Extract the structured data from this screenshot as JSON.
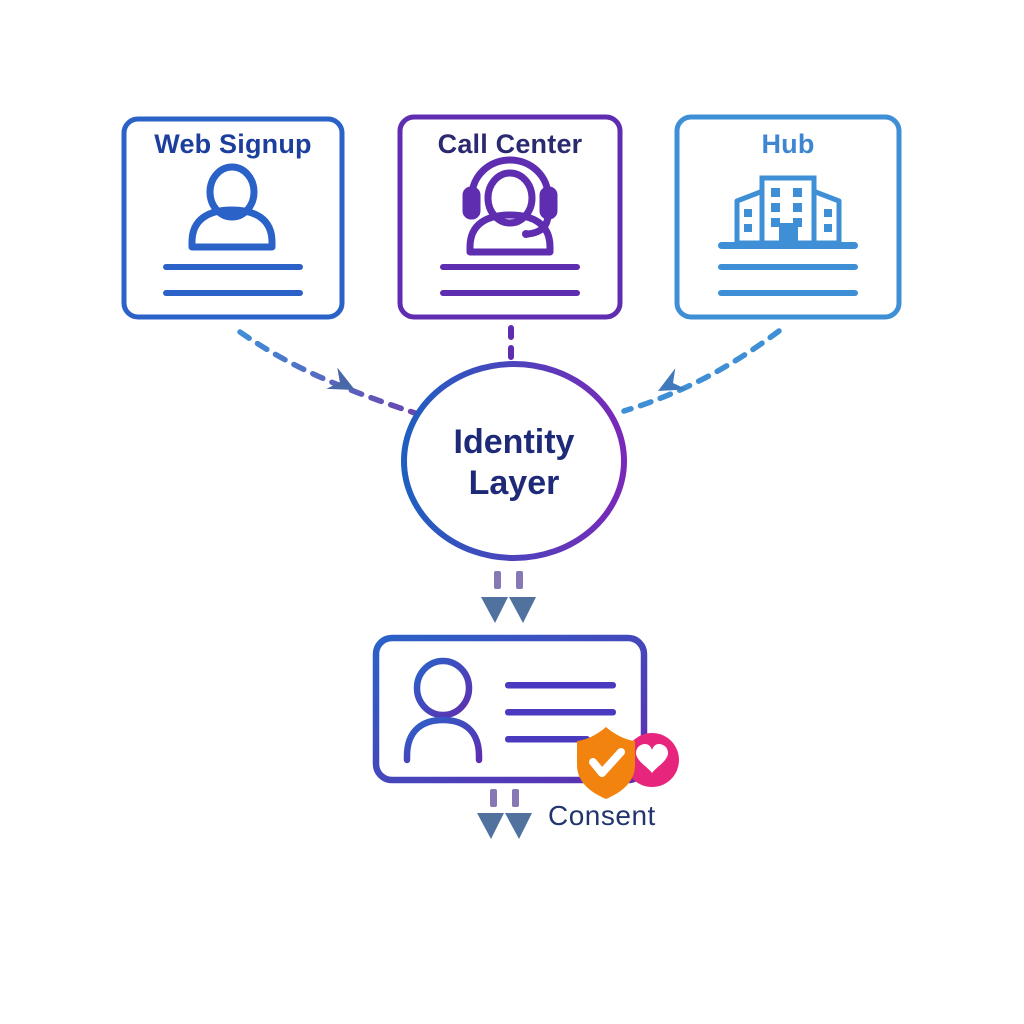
{
  "sources": [
    {
      "label": "Web Signup",
      "icon": "person-icon",
      "accent_color": "#2a62c8",
      "title_color": "#1c3f9e"
    },
    {
      "label": "Call Center",
      "icon": "headset-person-icon",
      "accent_color": "#5f2db0",
      "title_color": "#2b2a70"
    },
    {
      "label": "Hub",
      "icon": "building-icon",
      "accent_color": "#3f8fd6",
      "title_color": "#3f86d2"
    }
  ],
  "identity": {
    "label": "Identity Layer",
    "text_color": "#1e2a78",
    "ring_gradient": [
      "#1f5fc0",
      "#7a28b8"
    ]
  },
  "output_card": {
    "icon": "id-card-person-icon",
    "badges": [
      "shield-check-icon",
      "heart-icon"
    ],
    "shield_color": "#f2830f",
    "heart_color": "#e8257d",
    "border_gradient": [
      "#2a62c8",
      "#5f2db0"
    ]
  },
  "consent": {
    "label": "Consent"
  },
  "connections": [
    {
      "from": "Web Signup",
      "to": "Identity Layer",
      "style": "dashed-arrow"
    },
    {
      "from": "Call Center",
      "to": "Identity Layer",
      "style": "dashed-line"
    },
    {
      "from": "Hub",
      "to": "Identity Layer",
      "style": "dashed-arrow"
    },
    {
      "from": "Identity Layer",
      "to": "profile-card",
      "style": "double-down-arrow"
    },
    {
      "from": "profile-card",
      "to": "Consent",
      "style": "double-down-arrow"
    }
  ],
  "colors": {
    "arrow_dash": "#8678b4",
    "arrow_head": "#51719f",
    "connector_blue": "#3f8fd6",
    "connector_purple": "#5f2db0"
  }
}
